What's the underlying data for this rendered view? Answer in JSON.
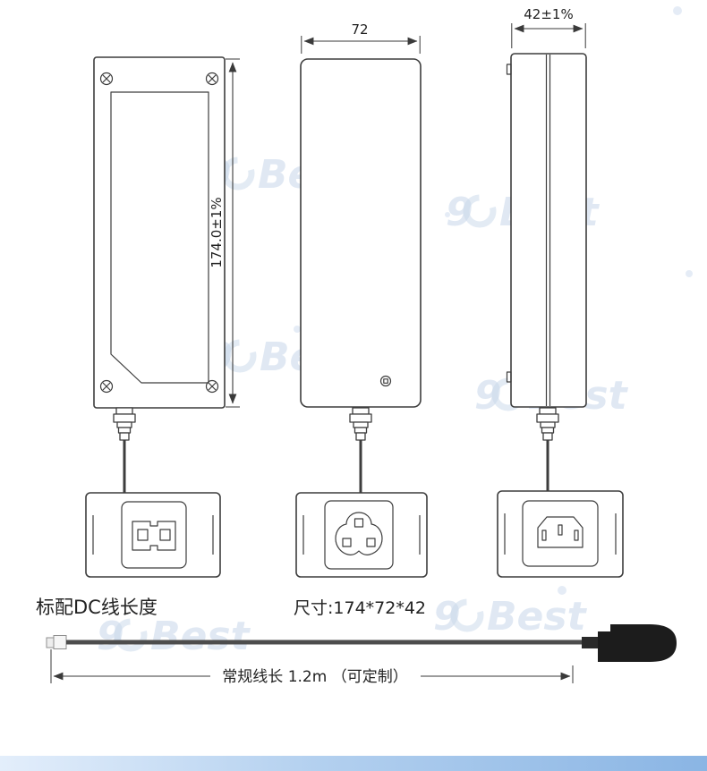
{
  "dimensions": {
    "width": "72",
    "depth": "42±1%",
    "height": "174.0±1%"
  },
  "labels": {
    "dc_cable": "标配DC线长度",
    "size": "尺寸:174*72*42",
    "cable_length": "常规线长 1.2m （可定制）"
  },
  "watermark": {
    "prefix": "9",
    "name": "Best"
  },
  "colors": {
    "line": "#3d3d3d",
    "watermark": "#c7d7ea",
    "plug": "#1c1c1c",
    "footer_start": "#e3eefb",
    "footer_end": "#8ab5e4"
  }
}
